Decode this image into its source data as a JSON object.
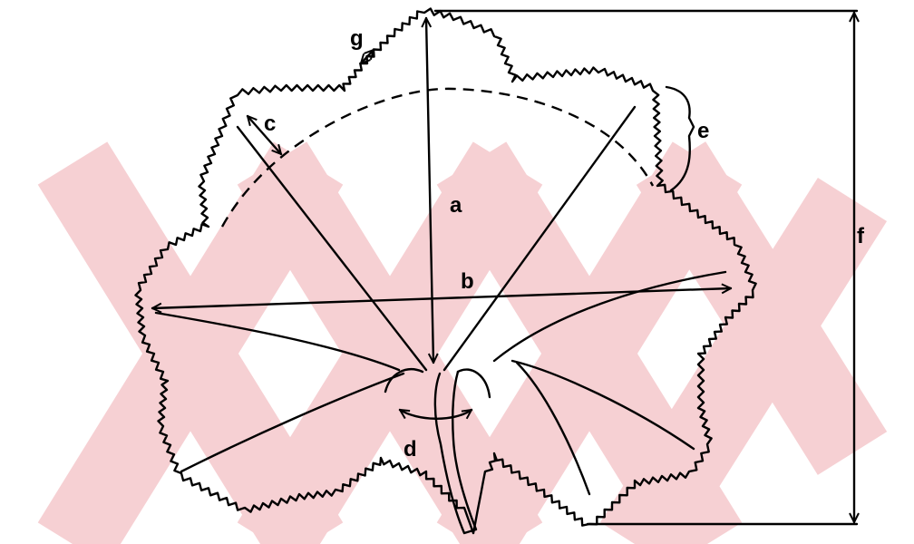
{
  "colors": {
    "background": "#ffffff",
    "ink": "#000000",
    "watermark": "#f6d0d3"
  },
  "labels": {
    "a": "a",
    "b": "b",
    "c": "c",
    "d": "d",
    "e": "e",
    "f": "f",
    "g": "g"
  }
}
